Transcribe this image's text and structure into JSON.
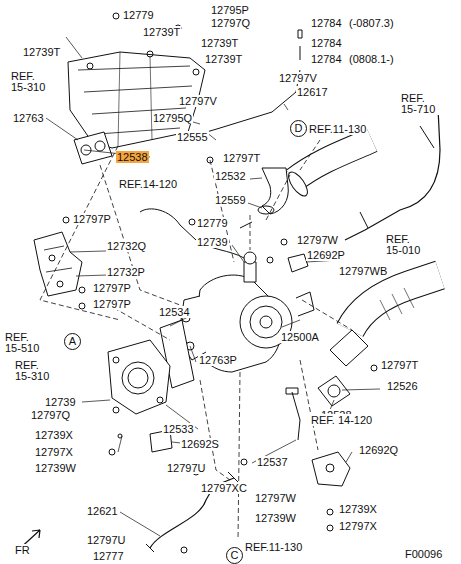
{
  "diagram": {
    "nodes": [
      {
        "text": [
          "D"
        ]
      },
      {
        "text": [
          "A"
        ]
      },
      {
        "text": [
          "C"
        ]
      }
    ],
    "labels": [
      "12779",
      "12795P",
      "12797Q",
      "12784",
      "(-0807.3)",
      "12739T",
      "12739T",
      "12784",
      "12739T",
      "12739T",
      "12784",
      "(0808.1-)",
      "REF. 15-310",
      "12797V",
      "12797V",
      "12617",
      "REF. 15-710",
      "12763",
      "12795Q",
      "12555",
      "REF.11-130",
      "12538",
      "12797T",
      "12532",
      "12559",
      "REF.14-120",
      "12797P",
      "12779",
      "12739",
      "12797W",
      "REF. 15-010",
      "12732Q",
      "12692P",
      "12797WB",
      "12732P",
      "12797P",
      "12797P",
      "12500A",
      "12534",
      "REF. 15-510",
      "REF. 15-310",
      "12763P",
      "12797T",
      "12526",
      "12739",
      "12528",
      "12797Q",
      "12533",
      "12739X",
      "REF. 14-120",
      "12797X",
      "12692S",
      "12537",
      "12739W",
      "12797U",
      "12797XC",
      "12692Q",
      "12621",
      "12797W",
      "12739X",
      "12739W",
      "12797X",
      "12797U",
      "12777",
      "REF.11-130",
      "FR",
      "F00096"
    ]
  }
}
